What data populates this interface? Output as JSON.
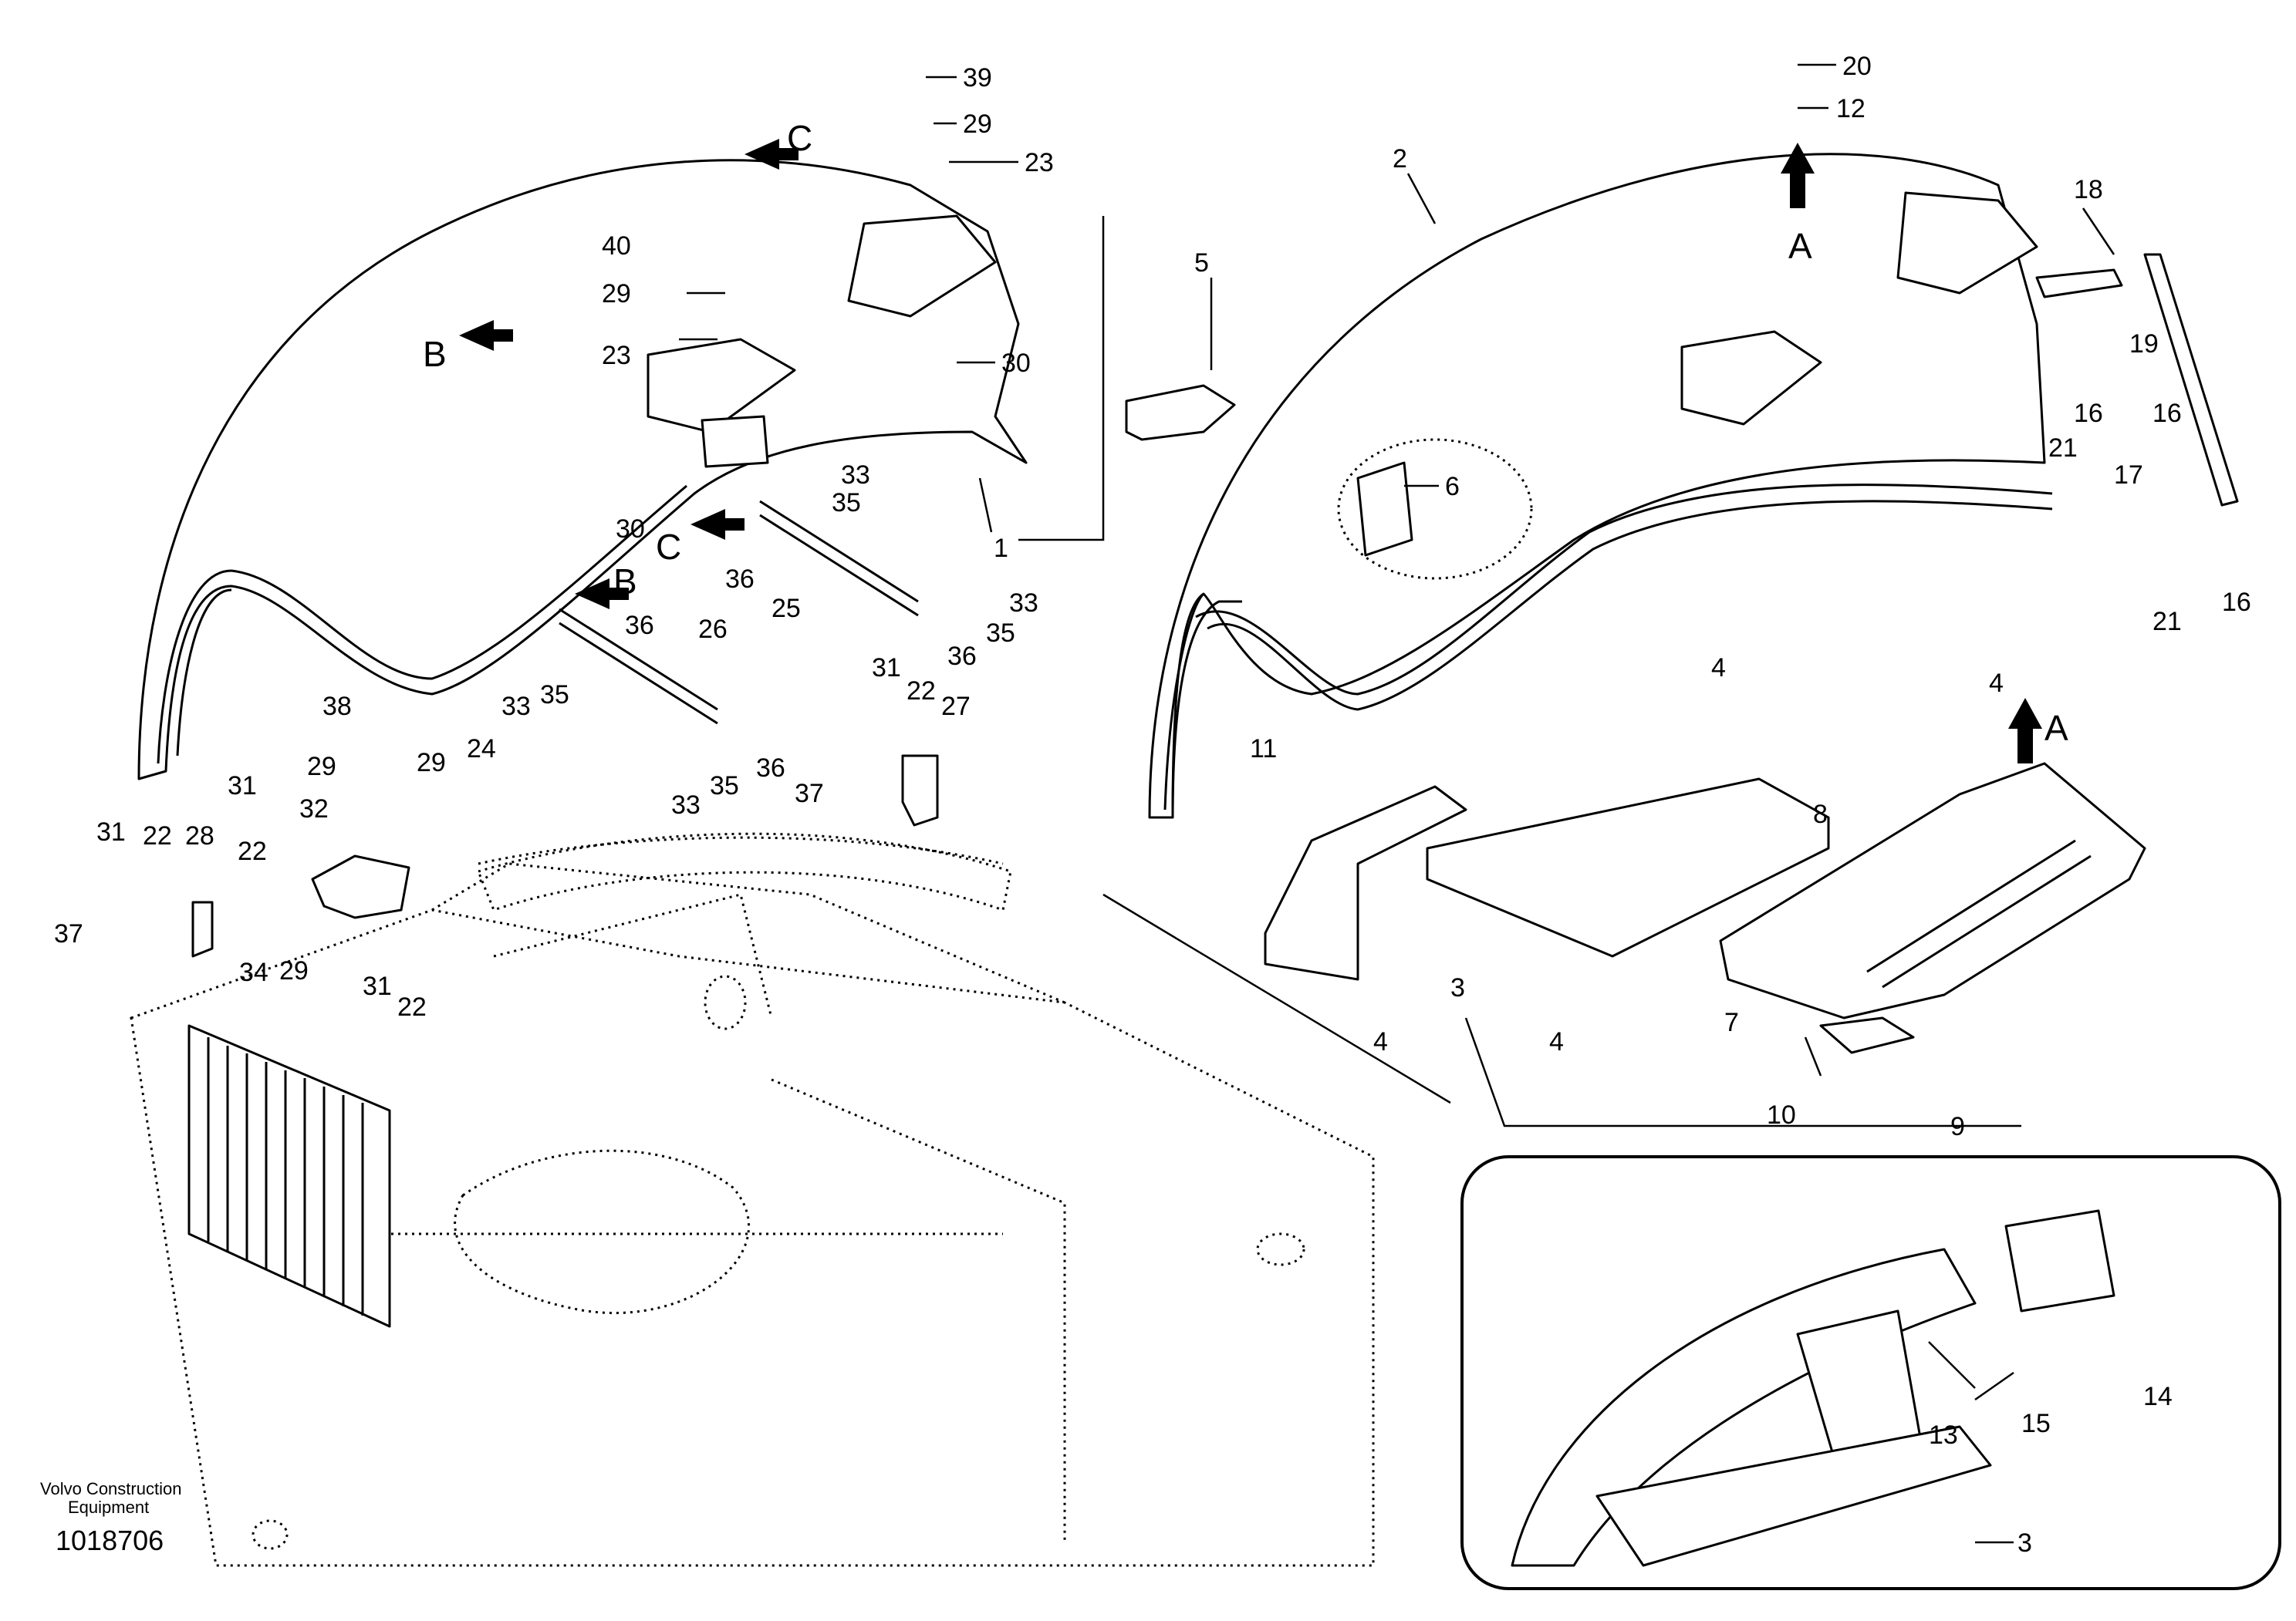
{
  "footer": {
    "company_line1": "Volvo Construction",
    "company_line2": "Equipment",
    "drawing_number": "1018706"
  },
  "view_letters": {
    "a": "A",
    "b": "B",
    "c": "C"
  },
  "callouts": {
    "c1": "1",
    "c2": "2",
    "c3": "3",
    "c4": "4",
    "c5": "5",
    "c6": "6",
    "c7": "7",
    "c8": "8",
    "c9": "9",
    "c10": "10",
    "c11": "11",
    "c12": "12",
    "c13": "13",
    "c14": "14",
    "c15": "15",
    "c16": "16",
    "c17": "17",
    "c18": "18",
    "c19": "19",
    "c20": "20",
    "c21": "21",
    "c22": "22",
    "c23": "23",
    "c24": "24",
    "c25": "25",
    "c26": "26",
    "c27": "27",
    "c28": "28",
    "c29": "29",
    "c30": "30",
    "c31": "31",
    "c32": "32",
    "c33": "33",
    "c34": "34",
    "c35": "35",
    "c36": "36",
    "c37": "37",
    "c38": "38",
    "c39": "39",
    "c40": "40"
  }
}
